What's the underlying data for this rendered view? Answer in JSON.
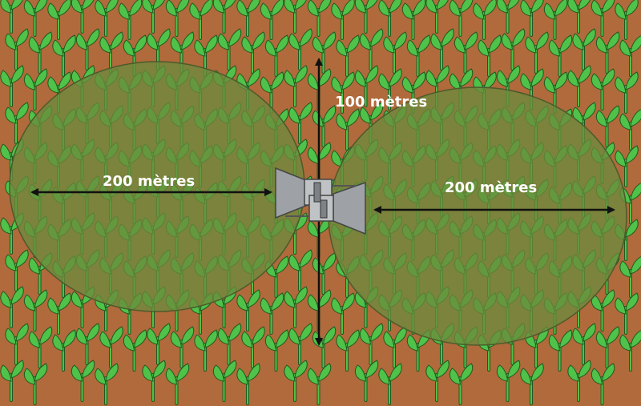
{
  "diagram": {
    "labels": {
      "vertical": "100 mètres",
      "left": "200 mètres",
      "right": "200 mètres"
    },
    "colors": {
      "soil": "#b06a3b",
      "coverage_zone": "#6b8a3c",
      "plant_leaf": "#4fc24a",
      "plant_outline": "#1f5a1f",
      "speaker_body": "#9ea2a6",
      "arrow": "#111111"
    },
    "icons": {
      "plant": "sprout-icon",
      "device": "twin-horn-speaker-icon"
    }
  }
}
